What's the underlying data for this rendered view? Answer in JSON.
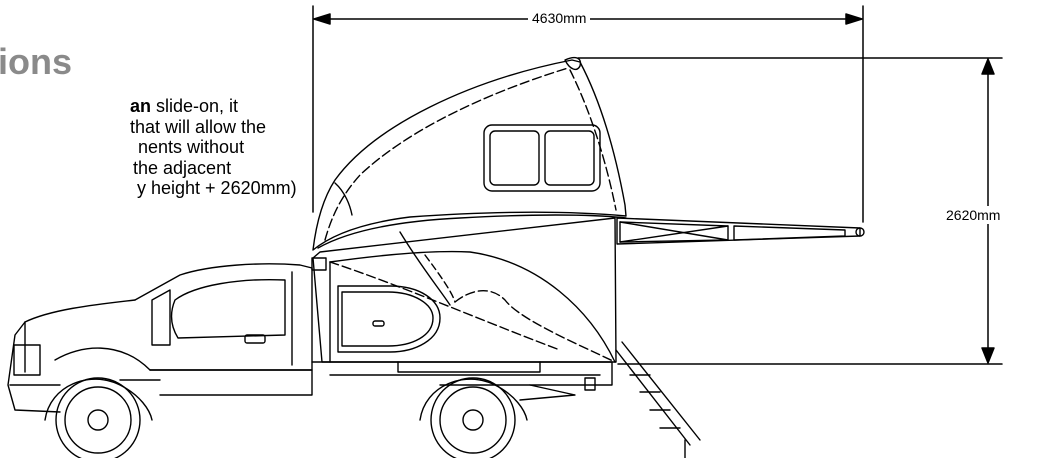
{
  "text": {
    "heading": "ions",
    "lines": [
      {
        "bold": "an",
        "rest": " slide-on, it"
      },
      {
        "bold": "",
        "rest": "that will allow the"
      },
      {
        "bold": "",
        "rest": "nents without"
      },
      {
        "bold": "",
        "rest": "the adjacent"
      },
      {
        "bold": "",
        "rest": "y height + 2620mm)"
      }
    ]
  },
  "dimensions": {
    "length": "4630mm",
    "height": "2620mm"
  }
}
